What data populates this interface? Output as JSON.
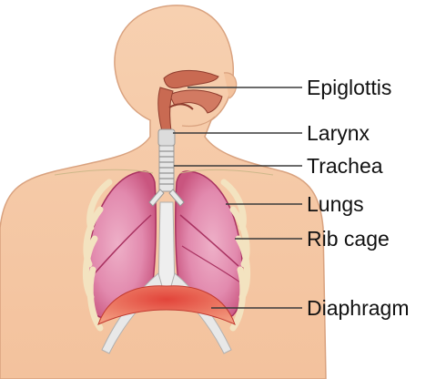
{
  "labels": {
    "epiglottis": "Epiglottis",
    "larynx": "Larynx",
    "trachea": "Trachea",
    "lungs": "Lungs",
    "rib_cage": "Rib cage",
    "diaphragm": "Diaphragm"
  },
  "colors": {
    "skin": "#f5c9a6",
    "skin_outline": "#d9a27f",
    "lung": "#e58fb0",
    "lung_dark": "#c9557f",
    "lung_deep": "#a83160",
    "rib": "#f3e3c0",
    "rib_outline": "#cdb88a",
    "trachea": "#e4e4e4",
    "diaphragm": "#e04b3f",
    "airway": "#c96a52"
  }
}
